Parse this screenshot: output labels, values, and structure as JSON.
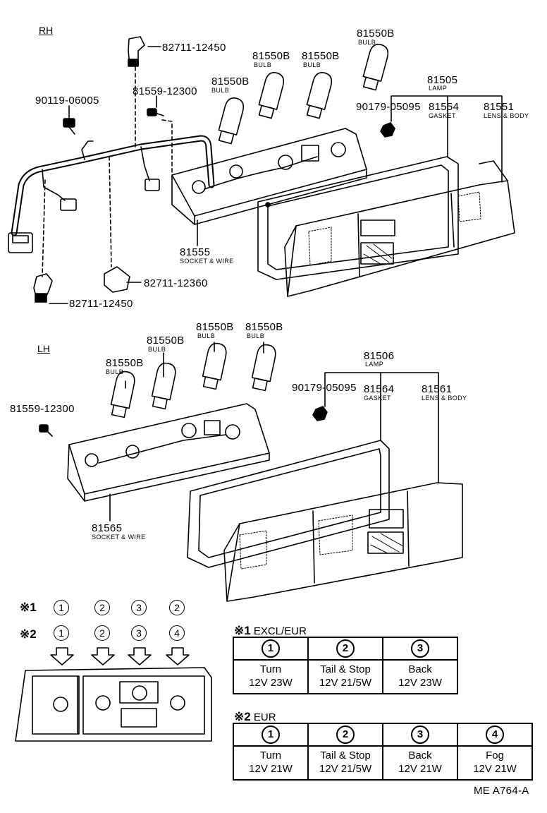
{
  "rh": {
    "section": "RH",
    "connector_top": "82711-12450",
    "screw_90119": "90119-06005",
    "screw_81559": "81559-12300",
    "bulb_a": {
      "num": "81550B",
      "sub": "BULB"
    },
    "bulb_b": {
      "num": "81550B",
      "sub": "BULB"
    },
    "bulb_c": {
      "num": "81550B",
      "sub": "BULB"
    },
    "bulb_d": {
      "num": "81550B",
      "sub": "BULB"
    },
    "lamp": {
      "num": "81505",
      "sub": "LAMP"
    },
    "clip": "90179-05095",
    "gasket": {
      "num": "81554",
      "sub": "GASKET"
    },
    "lens": {
      "num": "81551",
      "sub": "LENS & BODY"
    },
    "socket": {
      "num": "81555",
      "sub": "SOCKET & WIRE"
    },
    "connector_mid": "82711-12360",
    "connector_bottom": "82711-12450"
  },
  "lh": {
    "section": "LH",
    "bulb_a": {
      "num": "81550B",
      "sub": "BULB"
    },
    "bulb_b": {
      "num": "81550B",
      "sub": "BULB"
    },
    "bulb_c": {
      "num": "81550B",
      "sub": "BULB"
    },
    "bulb_d": {
      "num": "81550B",
      "sub": "BULB"
    },
    "screw": "81559-12300",
    "lamp": {
      "num": "81506",
      "sub": "LAMP"
    },
    "clip": "90179-05095",
    "gasket": {
      "num": "81564",
      "sub": "GASKET"
    },
    "lens": {
      "num": "81561",
      "sub": "LENS & BODY"
    },
    "socket": {
      "num": "81565",
      "sub": "SOCKET & WIRE"
    }
  },
  "position_key": {
    "row1_mark": "※1",
    "row1": [
      "1",
      "2",
      "3",
      "2"
    ],
    "row2_mark": "※2",
    "row2": [
      "1",
      "2",
      "3",
      "4"
    ]
  },
  "table1": {
    "mark": "※1",
    "title": "EXCL/EUR",
    "headers": [
      "1",
      "2",
      "3"
    ],
    "rows": [
      {
        "name": "Turn",
        "spec": "12V 23W"
      },
      {
        "name": "Tail & Stop",
        "spec": "12V 21/5W"
      },
      {
        "name": "Back",
        "spec": "12V 23W"
      }
    ]
  },
  "table2": {
    "mark": "※2",
    "title": "EUR",
    "headers": [
      "1",
      "2",
      "3",
      "4"
    ],
    "rows": [
      {
        "name": "Turn",
        "spec": "12V 21W"
      },
      {
        "name": "Tail & Stop",
        "spec": "12V 21/5W"
      },
      {
        "name": "Back",
        "spec": "12V 21W"
      },
      {
        "name": "Fog",
        "spec": "12V 21W"
      }
    ]
  },
  "figure_code": "ME A764-A"
}
